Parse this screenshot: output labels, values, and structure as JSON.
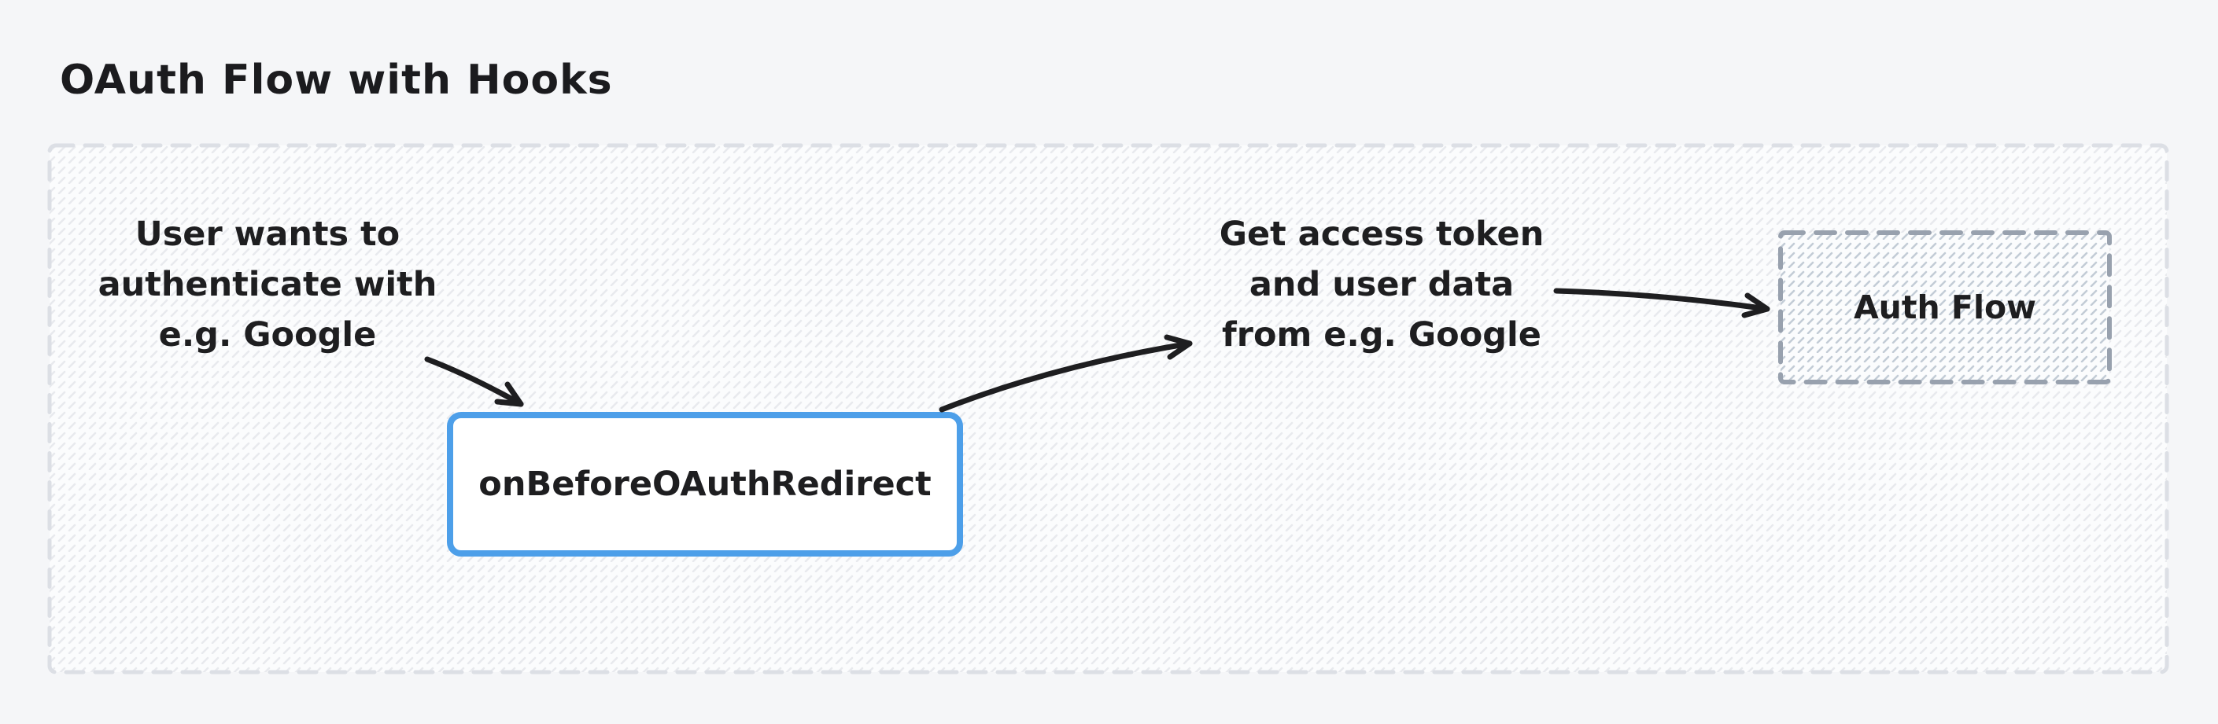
{
  "page": {
    "background_color": "#f5f6f8",
    "ink_color": "#1e1e20"
  },
  "diagram": {
    "title": "OAuth Flow with Hooks",
    "container": {
      "description": "dashed hatched group frame",
      "border_color": "#dcdfe5",
      "hatch_color": "#e8eaee"
    },
    "notes": {
      "left": {
        "lines": [
          "User wants to",
          "authenticate with",
          "e.g. Google"
        ]
      },
      "right": {
        "lines": [
          "Get access token",
          "and user data",
          "from e.g. Google"
        ]
      }
    },
    "hook_box": {
      "label": "onBeforeOAuthRedirect",
      "border_color": "#4d9fe9",
      "fill_color": "#ffffff"
    },
    "auth_flow_box": {
      "label": "Auth Flow",
      "border_color": "#98a1ae",
      "hatch_color": "#c3ccd6"
    },
    "arrows": [
      {
        "from": "note-left",
        "to": "hook-box"
      },
      {
        "from": "hook-box",
        "to": "note-right"
      },
      {
        "from": "note-right",
        "to": "auth-flow-box"
      }
    ]
  }
}
